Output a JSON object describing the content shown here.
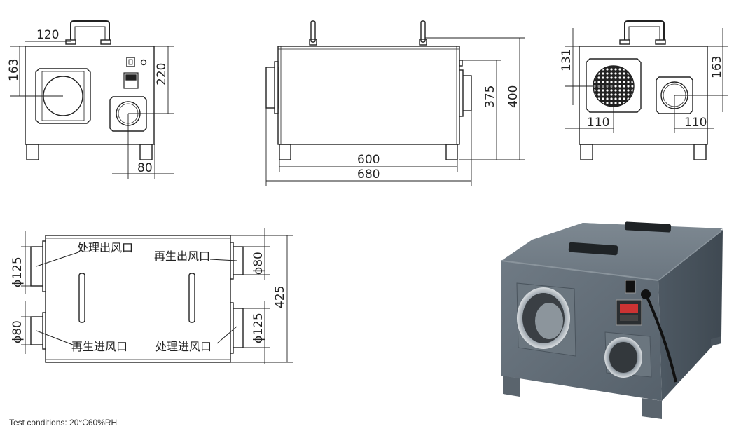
{
  "front_view": {
    "dim_width_top": "120",
    "dim_height_left": "163",
    "dim_height_right": "220",
    "dim_bottom": "80"
  },
  "side_view": {
    "dim_375": "375",
    "dim_400": "400",
    "dim_600": "600",
    "dim_680": "680"
  },
  "back_view": {
    "dim_131": "131",
    "dim_163": "163",
    "dim_110_left": "110",
    "dim_110_right": "110"
  },
  "top_view": {
    "label_process_outlet": "处理出风口",
    "label_regen_outlet": "再生出风口",
    "label_regen_inlet": "再生进风口",
    "label_process_inlet": "处理进风口",
    "dim_d125_left": "ϕ125",
    "dim_d80_left": "ϕ80",
    "dim_d80_right": "ϕ80",
    "dim_d125_right": "ϕ125",
    "dim_425": "425"
  },
  "footer": {
    "test_conditions": "Test conditions: 20°C60%RH"
  }
}
